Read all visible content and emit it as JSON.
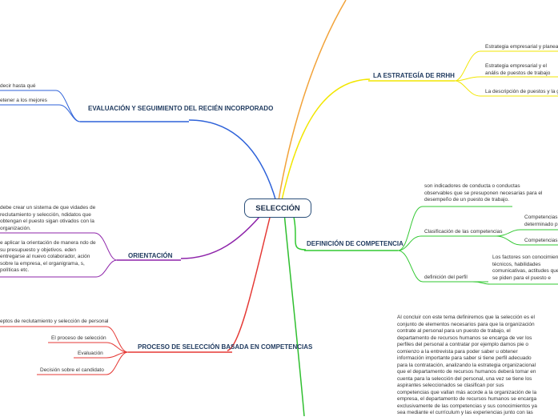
{
  "center": {
    "label": "SELECCIÓN"
  },
  "colors": {
    "evaluacion": "#2e62d9",
    "orientacion": "#8e24aa",
    "proceso": "#e53935",
    "estrategia": "#f2e600",
    "definicion": "#32c832",
    "top": "#f2a33a",
    "conclusion": "#2fbf2f"
  },
  "branches": {
    "estrategia": {
      "title": "LA ESTRATEGÍA DE RRHH",
      "items": [
        "Estrategia empresarial y planear",
        "Estrategia empresarial y el anális de puestos de trabajo",
        "La descripción de puestos y la ge"
      ]
    },
    "definicion": {
      "title": "DEFINICIÓN DE COMPETENCIA",
      "intro": "son indicadores de conducta o conductas observables que se presuponen necesarias para el desempeño de un puesto de trabajo.",
      "clasificacion": "Clasificación de las competencias",
      "clasificacion_items": [
        "Competencias determinado p",
        "Competencias"
      ],
      "perfil": "definición del perfil",
      "perfil_text": "Los factores son conocimien técnicos, habilidades comunicativas, actitudes que que se piden para el puesto e"
    },
    "evaluacion": {
      "title": "EVALUACIÓN Y SEGUIMIENTO DEL RECIÉN INCORPORADO",
      "items": [
        "decir hasta qué",
        "etener a los mejores"
      ]
    },
    "orientacion": {
      "title": "ORIENTACIÓN",
      "text1": "debe crear un sistema de que vidades de reclutamiento y selección, ndidatos que obtengan el puesto sigan otivados con la organización.",
      "text2": "e aplicar la orientación de manera ndo de su presupuesto y objetivos. eden entregarse al nuevo colaborador, ación sobre la empresa, el organigrama, s, políticas etc."
    },
    "proceso": {
      "title": "PROCESO DE SELECCIÓN BASADA EN COMPETENCIAS",
      "items": [
        "eptos de reclutamiento y selección de personal",
        "El proceso de selección",
        "Evaluación",
        "Decisión sobre  el candidato"
      ]
    },
    "conclusion": {
      "text": "Al concluir con este tema definiremos que la selección es el conjunto de elementos necesarios para que la organización contrate al personal para un puesto de trabajo, el departamento de recursos humanos se encarga de ver los perfiles del personal a contratar por ejemplo damos pie o comienzo a la entrevista para poder saber u obtener información importante para saber si tiene perfil adecuado para la contratación, analizando la estrategia organizacional que el departamento de recursos humanos deberá tomar en cuenta para la selección del personal, una vez se tiene los aspirantes seleccionados se clasifican por sus competencias que vallan más acorde a la organización de la empresa, el departamento de recursos humanos se encarga exclusivamente de las competencias y sus conocimientos ya sea mediante el currículum y las experiencias junto con las"
    }
  }
}
